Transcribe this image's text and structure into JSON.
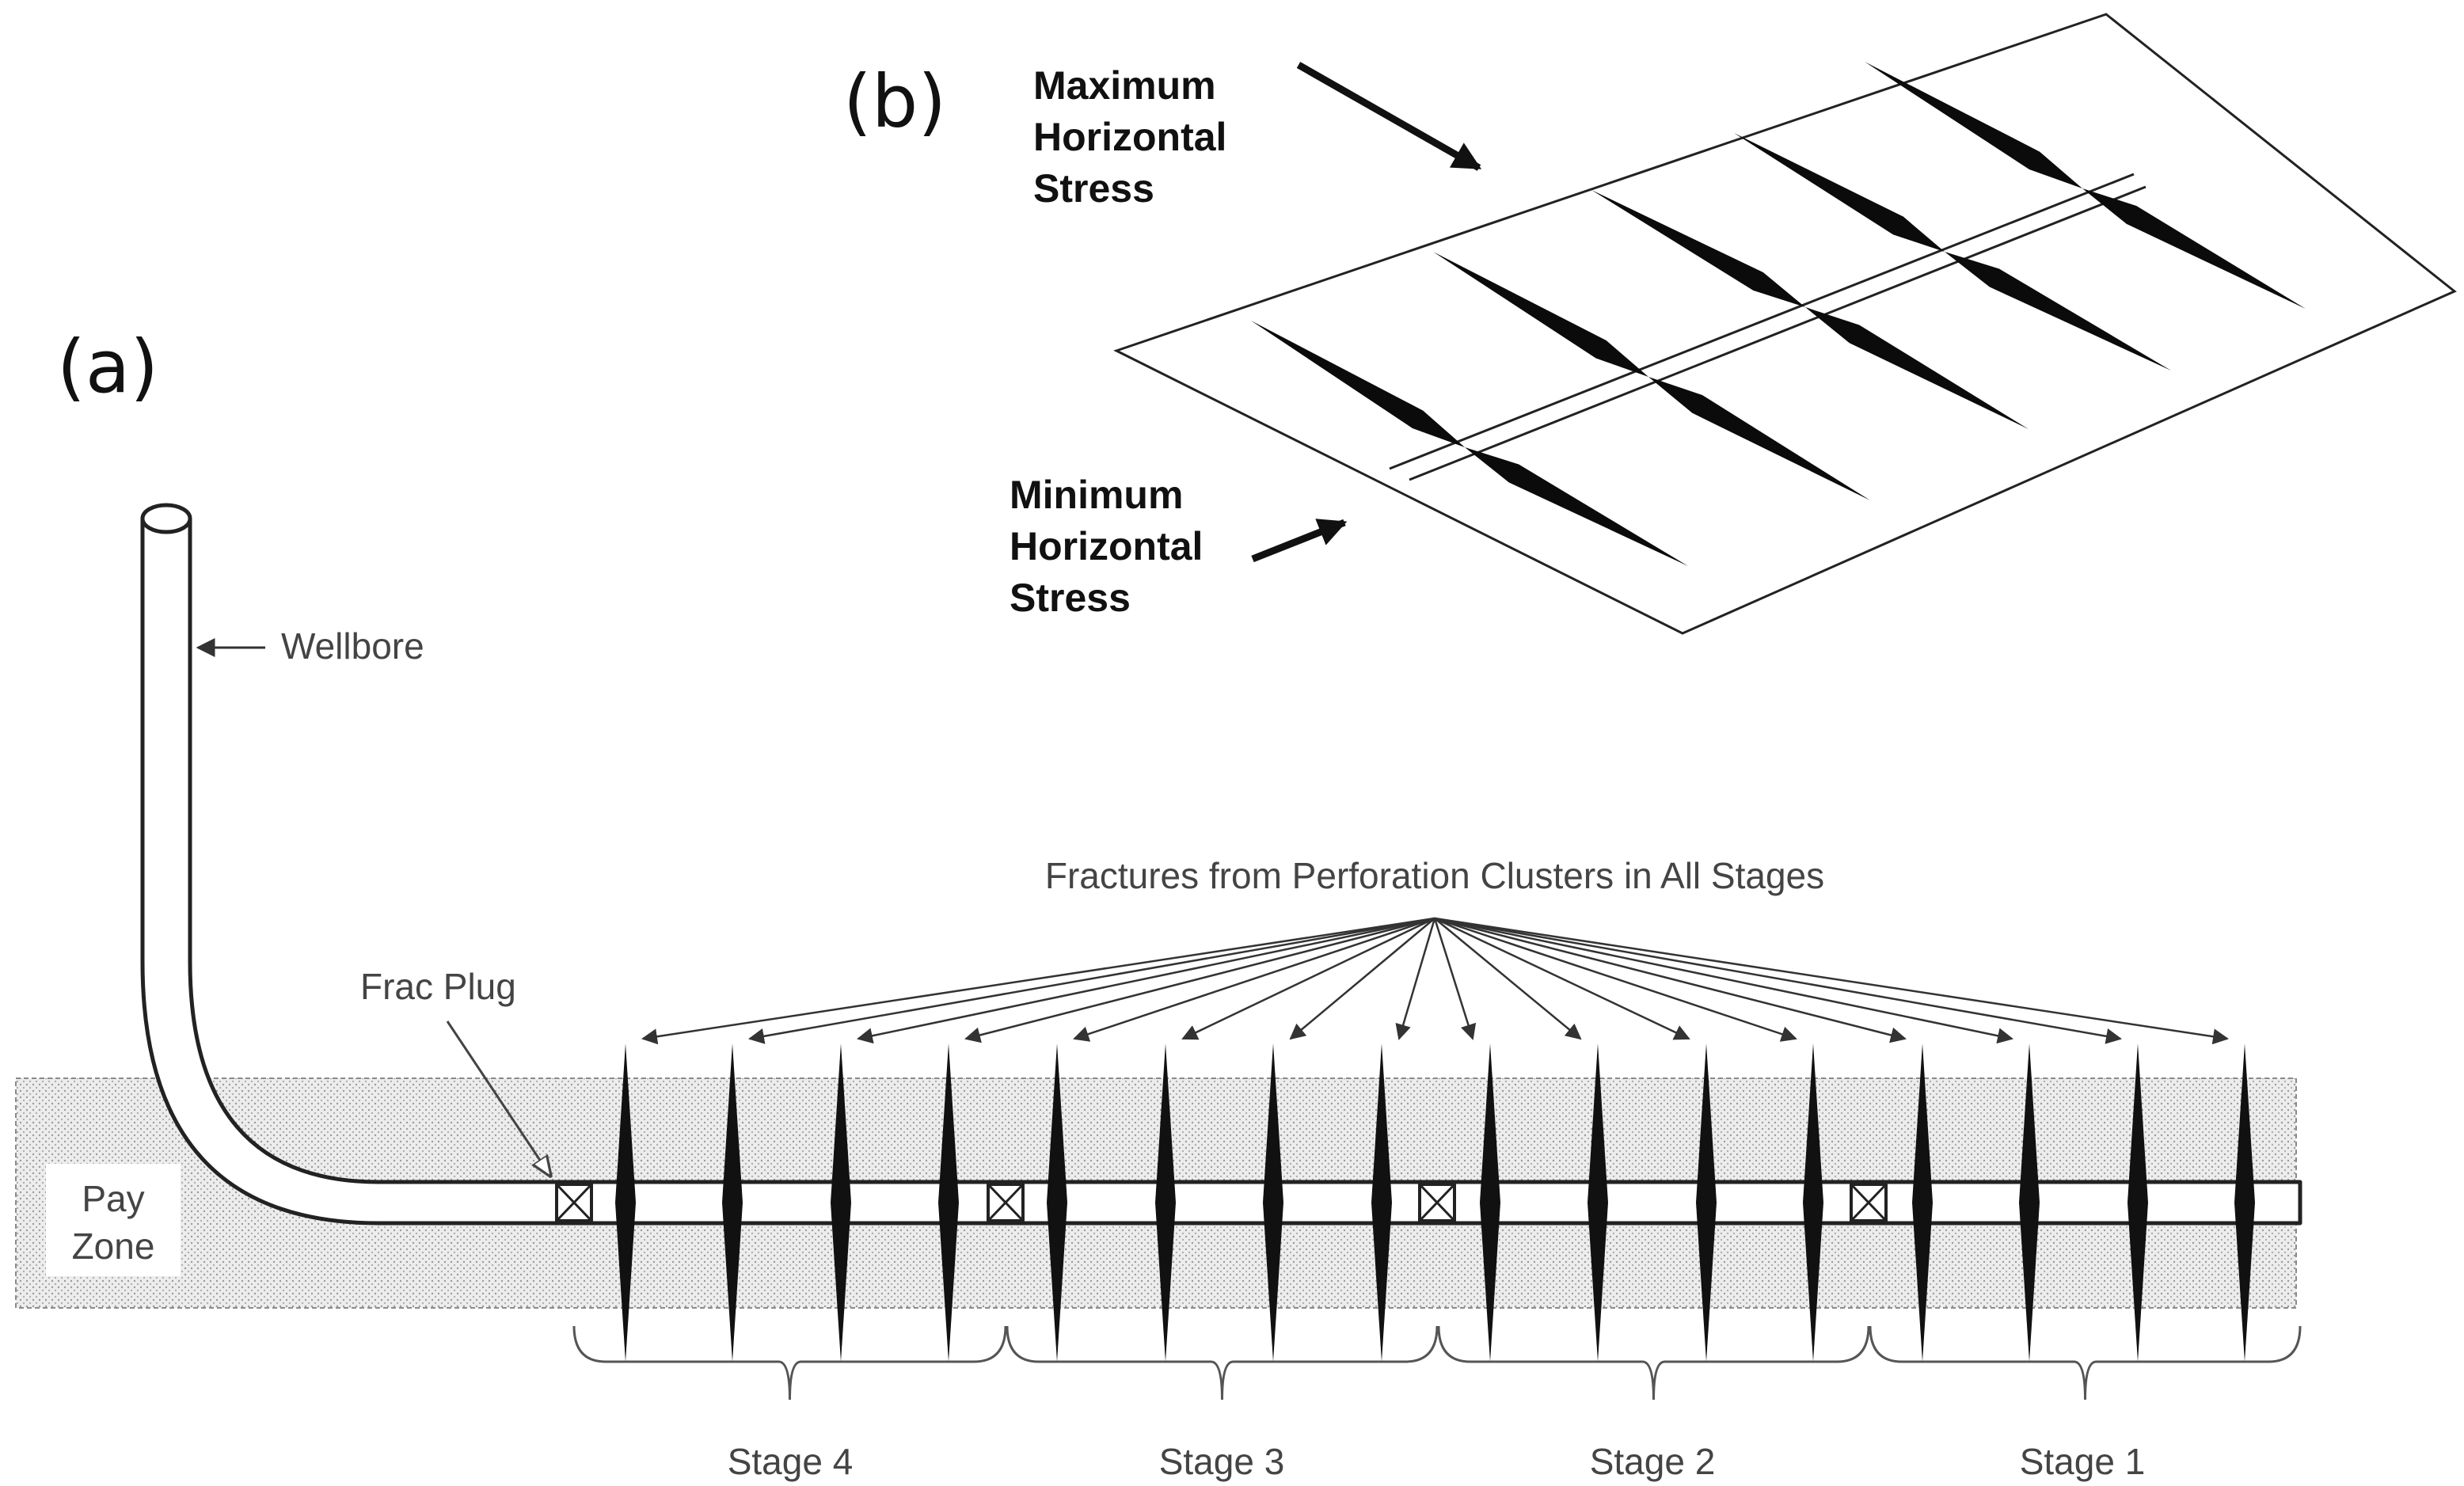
{
  "panels": {
    "a": "(a)",
    "b": "(b)"
  },
  "stress": {
    "max_lines": [
      "Maximum",
      "Horizontal",
      "Stress"
    ],
    "min_lines": [
      "Minimum",
      "Horizontal",
      "Stress"
    ]
  },
  "labels": {
    "wellbore": "Wellbore",
    "frac_plug": "Frac Plug",
    "pay_zone_lines": [
      "Pay",
      "Zone"
    ],
    "fractures": "Fractures from Perforation Clusters in All Stages"
  },
  "stages": [
    "Stage 4",
    "Stage 3",
    "Stage 2",
    "Stage 1"
  ],
  "colors": {
    "ink": "#111111",
    "label": "#444444",
    "pay_zone_fill": "#ececec"
  }
}
